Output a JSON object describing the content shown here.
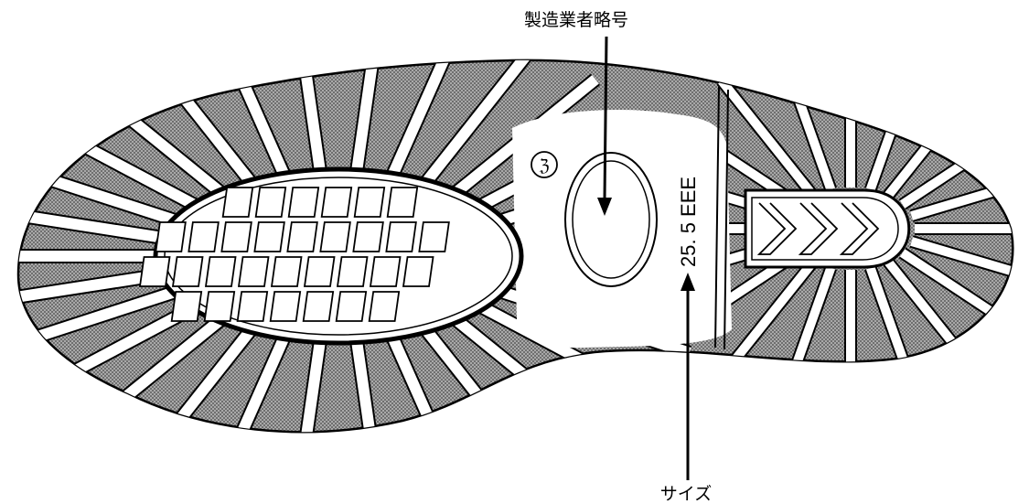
{
  "annotations": {
    "maker_code_label": "製造業者略号",
    "size_label": "サイズ"
  },
  "sole": {
    "size_stamp": "25. 5 EEE",
    "maker_mark_symbol": "ℨ"
  },
  "colors": {
    "tread_fill": "#8a8a8a",
    "outline": "#000000",
    "background": "#ffffff"
  }
}
